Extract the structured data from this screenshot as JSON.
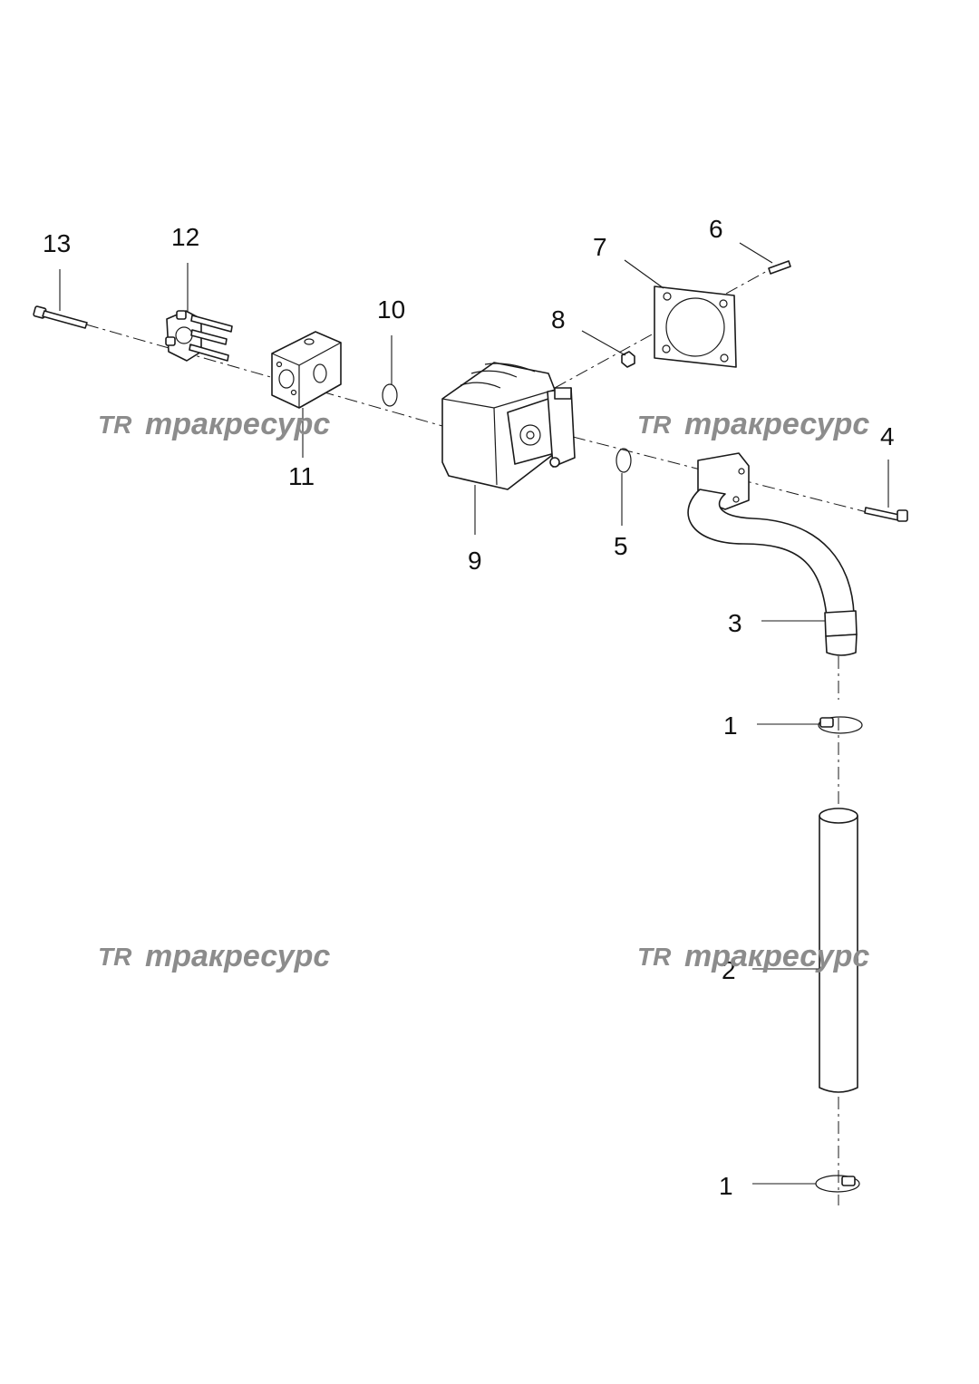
{
  "callouts": {
    "c1a": "1",
    "c1b": "1",
    "c2": "2",
    "c3": "3",
    "c4": "4",
    "c5": "5",
    "c6": "6",
    "c7": "7",
    "c8": "8",
    "c9": "9",
    "c10": "10",
    "c11": "11",
    "c12": "12",
    "c13": "13"
  },
  "watermark": {
    "logo": "TR",
    "text": "тракресурс"
  },
  "colors": {
    "line": "#1a1a1a",
    "watermark": "#8c8c8c",
    "background": "#ffffff"
  }
}
